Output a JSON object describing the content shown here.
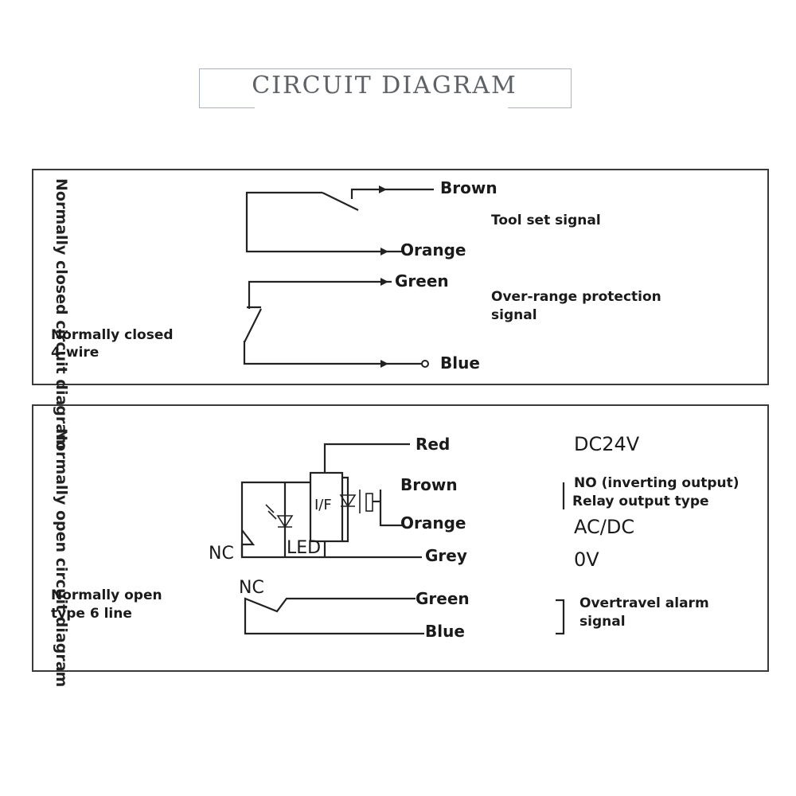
{
  "title": "CIRCUIT DIAGRAM",
  "nc_section": {
    "vertical_label": "Normally closed circuit diagram",
    "type_label_line1": "Normally closed",
    "type_label_line2": "4-wire",
    "wires": {
      "brown": "Brown",
      "orange": "Orange",
      "green": "Green",
      "blue": "Blue"
    },
    "tool_set_signal": "Tool set signal",
    "over_range_line1": "Over-range protection",
    "over_range_line2": "signal"
  },
  "no_section": {
    "vertical_label": "Normally open circuit diagram",
    "type_label_line1": "Normally open",
    "type_label_line2": "type 6 line",
    "wires": {
      "red": "Red",
      "brown": "Brown",
      "orange": "Orange",
      "grey": "Grey",
      "green": "Green",
      "blue": "Blue"
    },
    "dc24v": "DC24V",
    "no_inverting": "NO (inverting output)",
    "relay_output": "Relay output type",
    "acdc": "AC/DC",
    "zero_v": "0V",
    "overtravel_line1": "Overtravel alarm",
    "overtravel_line2": "signal",
    "nc_label_top": "NC",
    "nc_label_bottom": "NC",
    "led_label": "LED",
    "if_label": "I/F"
  }
}
